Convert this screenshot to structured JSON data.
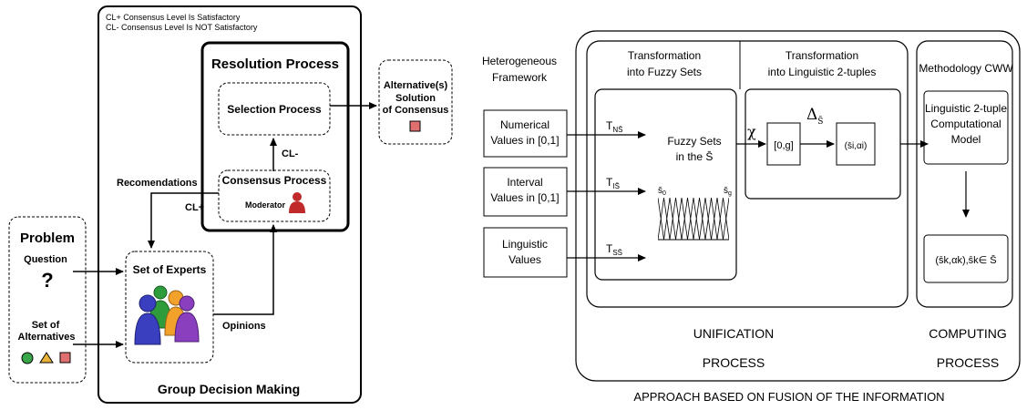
{
  "left": {
    "legend": {
      "cl_plus": "CL+  Consensus Level Is Satisfactory",
      "cl_minus": "CL-   Consensus Level Is NOT Satisfactory"
    },
    "resolution_title": "Resolution Process",
    "selection_process": "Selection Process",
    "consensus_process": "Consensus Process",
    "moderator": "Moderator",
    "cl_minus_label": "CL-",
    "cl_plus_label": "CL+",
    "recomendations": "Recomendations",
    "alternatives_box": {
      "line1": "Alternative(s)",
      "line2": "Solution",
      "line3": "of Consensus"
    },
    "problem_title": "Problem",
    "question_label": "Question",
    "question_mark": "?",
    "set_of": "Set of",
    "alternatives": "Alternatives",
    "set_of_experts": "Set of Experts",
    "opinions": "Opinions",
    "group_title": "Group Decision Making"
  },
  "right": {
    "heterogeneous": [
      "Heterogeneous",
      "Framework"
    ],
    "inputs": [
      [
        "Numerical",
        "Values in [0,1]"
      ],
      [
        "Interval",
        "Values in [0,1]"
      ],
      [
        "Linguistic",
        "Values"
      ]
    ],
    "transform_fuzzy": [
      "Transformation",
      "into Fuzzy Sets"
    ],
    "transform_ling": [
      "Transformation",
      "into Linguistic 2-tuples"
    ],
    "methodology": "Methodology CWW",
    "t_labels": [
      "T",
      "T",
      "T"
    ],
    "t_subs": [
      "NS̄",
      "IS̄",
      "SS̄"
    ],
    "fuzzy_sets": [
      "Fuzzy Sets",
      "in the S̄"
    ],
    "s0": "s̄",
    "s0_sub": "0",
    "sg": "s̄",
    "sg_sub": "g",
    "chi": "χ",
    "delta": "Δ",
    "delta_sub": "S̄",
    "interval_box": "[0,g]",
    "tuple_box": "(s̄i,αi)",
    "model": [
      "Linguistic 2-tuple",
      "Computational",
      "Model"
    ],
    "result": "(s̄k,αk),s̄k∈ S̄",
    "unification": [
      "UNIFICATION",
      "PROCESS"
    ],
    "computing": [
      "COMPUTING",
      "PROCESS"
    ],
    "approach": "APPROACH BASED ON FUSION OF THE INFORMATION"
  },
  "colors": {
    "people": [
      "#3a3fbf",
      "#2e9c3a",
      "#f2a12b",
      "#8a3fbf",
      "#c02a2a"
    ],
    "alt_circle": "#3aa64a",
    "alt_triangle": "#e8b23a",
    "alt_square": "#e07070"
  }
}
